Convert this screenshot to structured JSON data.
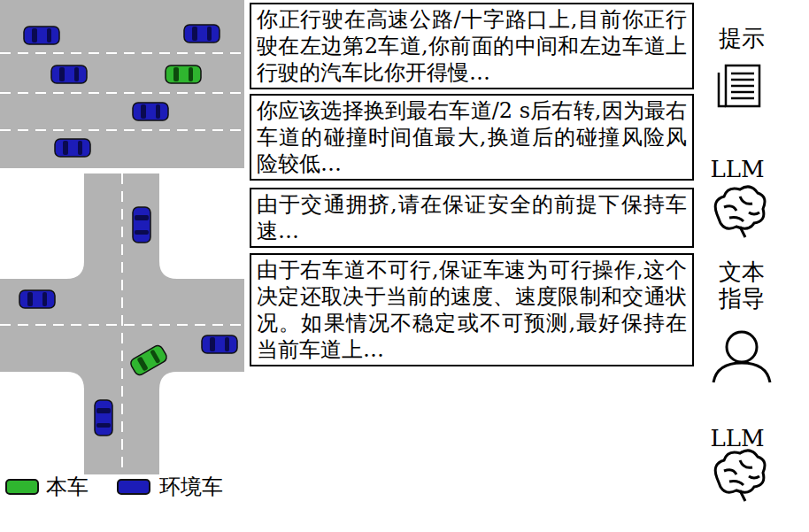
{
  "diagram": {
    "nodes": [
      {
        "text": [
          "你正行驶在高速公路/十字路口上,目前你正行驶在左边第2车道,你前面的中间和左边车道上行驶的汽车比你开得慢…"
        ]
      },
      {
        "text": [
          "你应该选择换到最右车道/2 s后右转,因为最右车道的碰撞时间值最大,换道后的碰撞风险风险较低…"
        ]
      },
      {
        "text": [
          "由于交通拥挤,请在保证安全的前提下保持车速…"
        ]
      },
      {
        "text": [
          "由于右车道不可行,保证车速为可行操作,这个决定还取决于当前的速度、速度限制和交通状况。如果情况不稳定或不可预测,最好保持在当前车道上…"
        ]
      }
    ],
    "labels": [
      "提示",
      "LLM",
      "文本 指导",
      "LLM"
    ],
    "legend": [
      {
        "text": "本车",
        "color": "#2fb52f"
      },
      {
        "text": "环境车",
        "color": "#1c1cb8"
      }
    ]
  }
}
